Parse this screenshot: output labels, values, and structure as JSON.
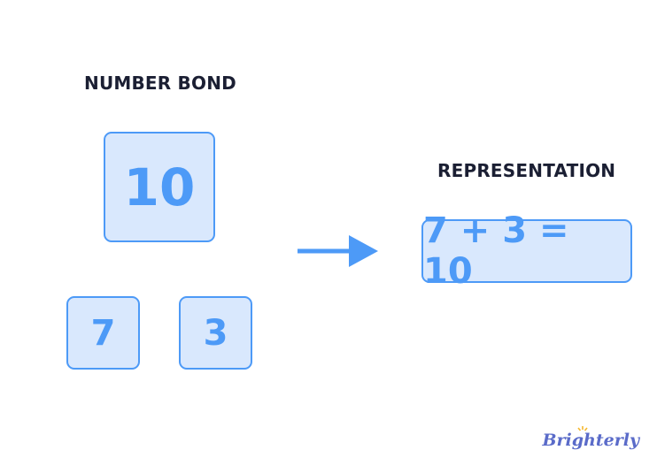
{
  "number_bond": {
    "title": "NUMBER BOND",
    "whole": "10",
    "parts": [
      "7",
      "3"
    ]
  },
  "representation": {
    "title": "REPRESENTATION",
    "equation": "7 + 3 = 10"
  },
  "brand": {
    "name": "Brighterly",
    "logo_icon": "sun-icon"
  },
  "colors": {
    "accent": "#4d9af7",
    "box_fill": "#d9e8fd",
    "heading": "#1b1f33",
    "brand": "#5a6bc9",
    "brand_sun": "#f5b82e"
  }
}
